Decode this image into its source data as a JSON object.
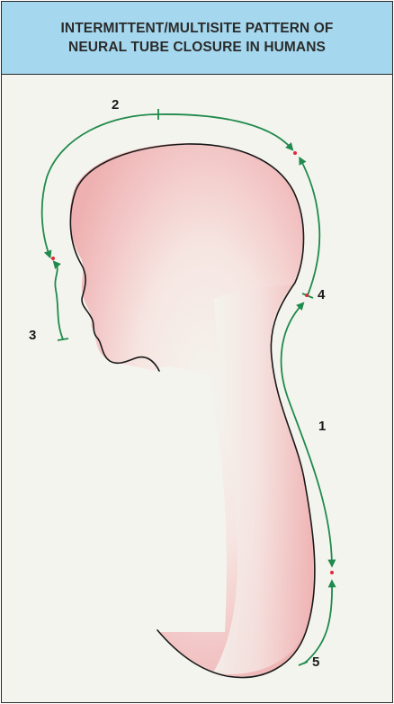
{
  "header": {
    "title_line1": "INTERMITTENT/MULTISITE PATTERN OF",
    "title_line2": "NEURAL TUBE CLOSURE IN HUMANS"
  },
  "diagram": {
    "closure_labels": [
      "1",
      "2",
      "3",
      "4",
      "5"
    ],
    "colors": {
      "header_bg": "#a5d8ee",
      "panel_bg": "#f4f4ee",
      "embryo_fill": "#f2b9b9",
      "outline": "#1a1a1a",
      "arrow": "#1f8a4c",
      "closure_dot": "#e0283a"
    }
  }
}
